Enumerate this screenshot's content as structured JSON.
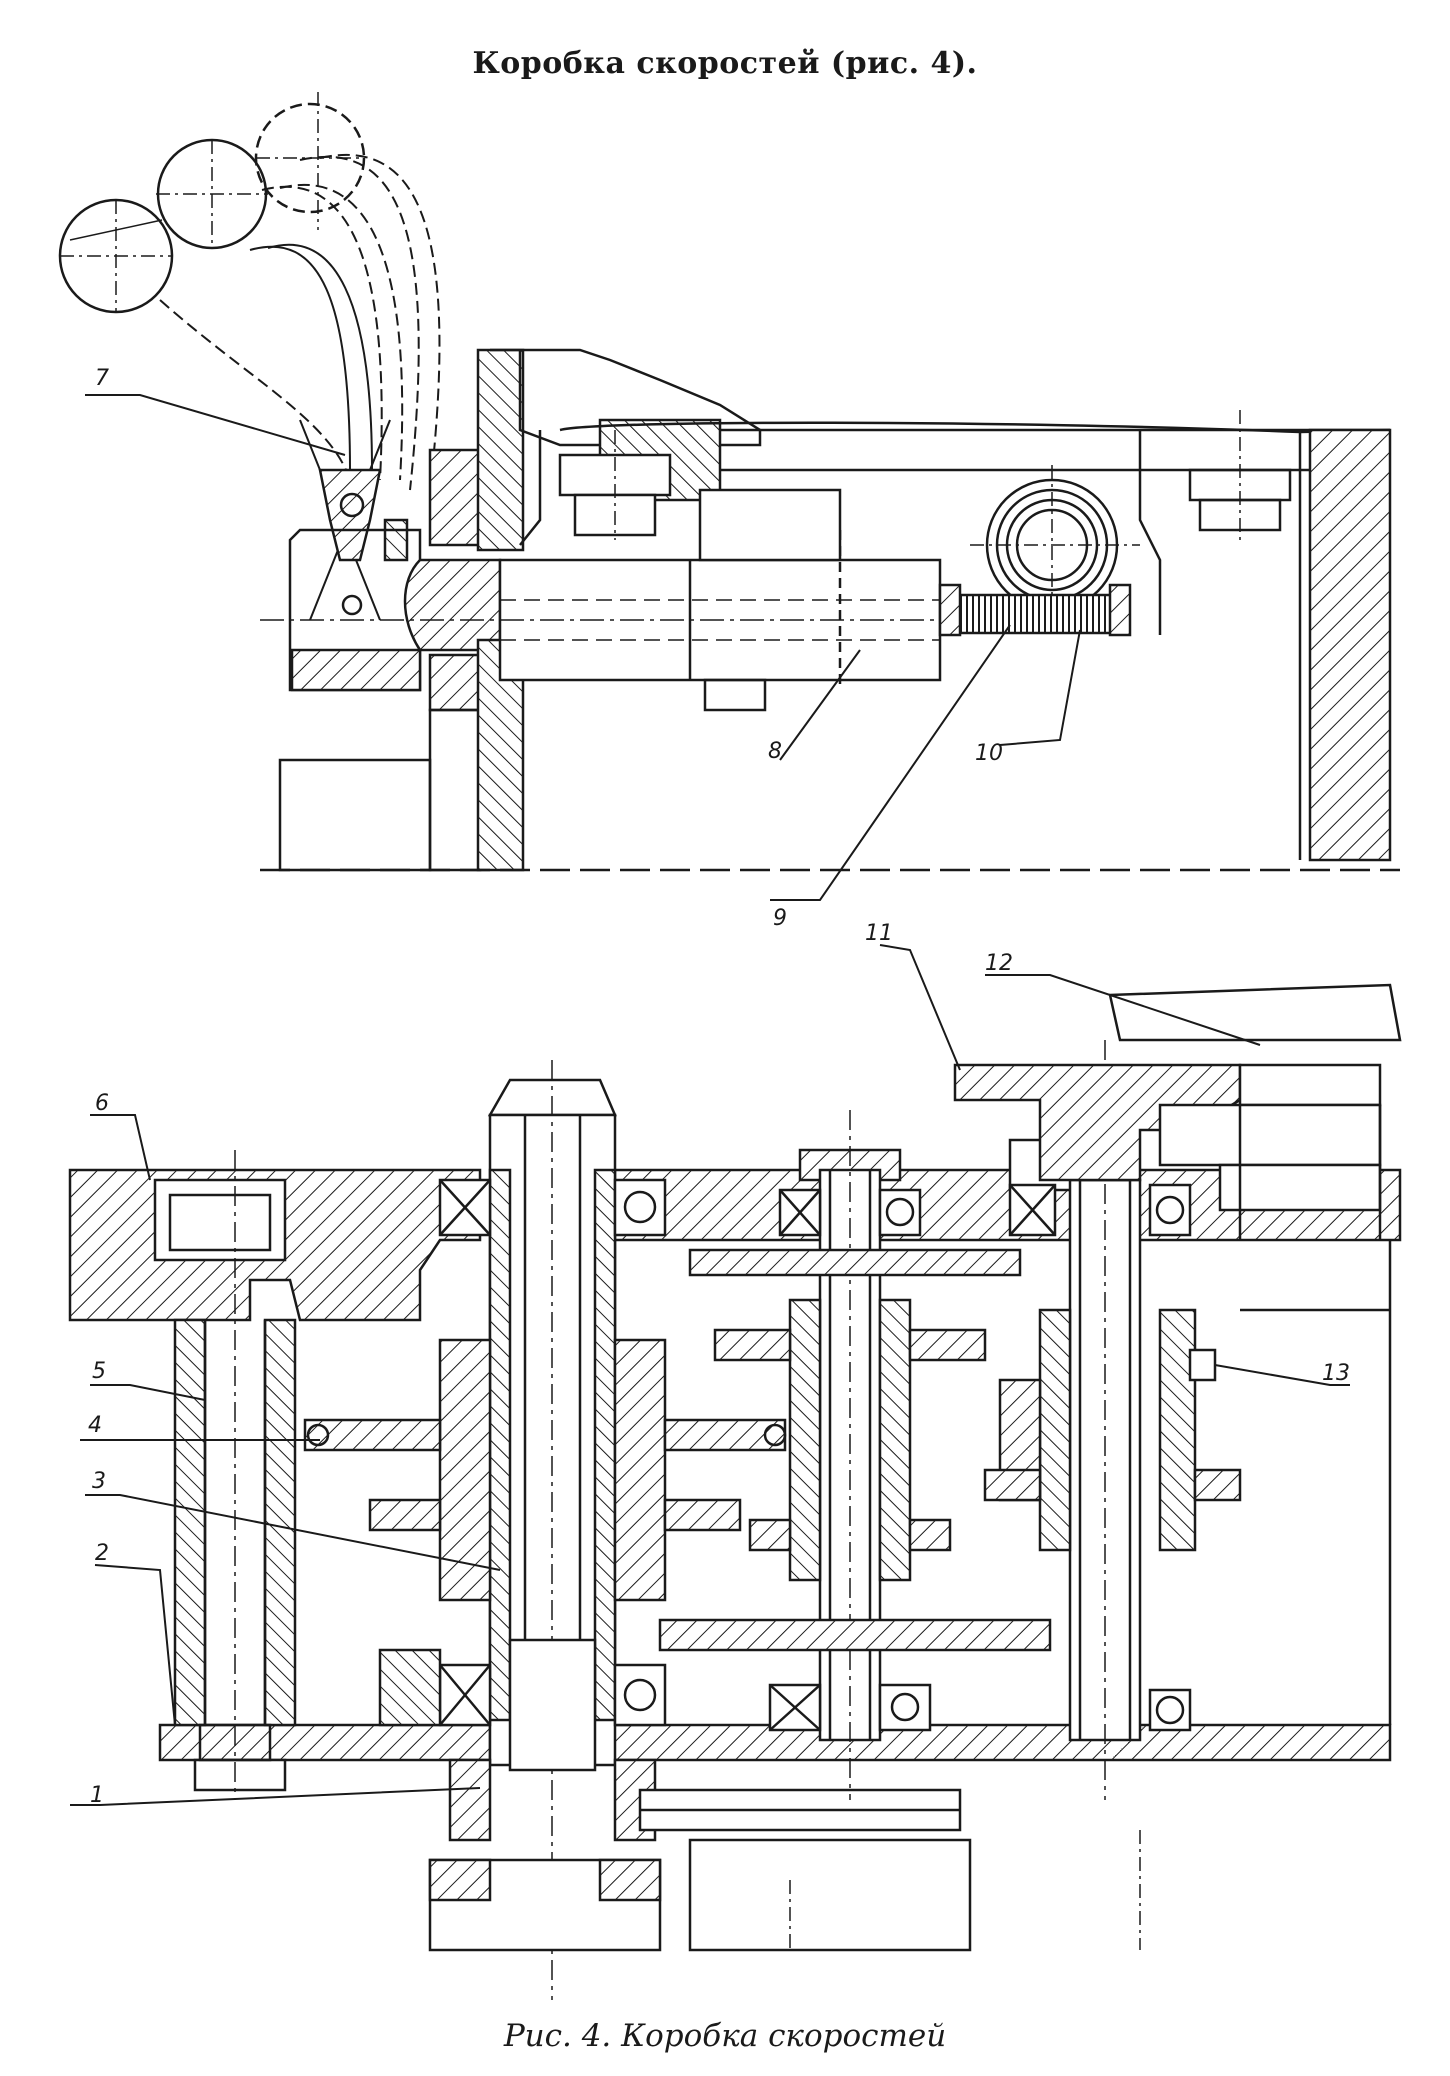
{
  "title": "Коробка скоростей (рис. 4).",
  "caption": "Рис. 4. Коробка скоростей",
  "callouts": {
    "c1": "1",
    "c2": "2",
    "c3": "3",
    "c4": "4",
    "c5": "5",
    "c6": "6",
    "c7": "7",
    "c8": "8",
    "c9": "9",
    "c10": "10",
    "c11": "11",
    "c12": "12",
    "c13": "13"
  },
  "colors": {
    "ink": "#1a1a1a",
    "paper": "#ffffff"
  }
}
